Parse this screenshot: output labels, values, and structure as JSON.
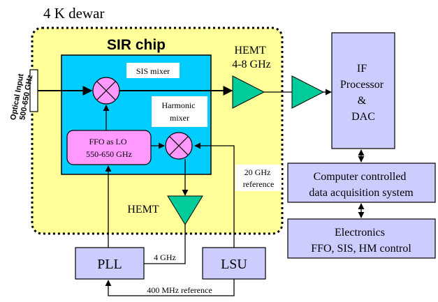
{
  "dewar_label": "4 K dewar",
  "chip_title": "SIR chip",
  "optical_input": {
    "line1": "Optical Input",
    "line2": "500-650 GHz"
  },
  "sis_mixer": "SIS mixer",
  "harmonic_mixer": {
    "line1": "Harmonic",
    "line2": "mixer"
  },
  "ffo": {
    "line1": "FFO as LO",
    "line2": "550-650 GHz"
  },
  "hemt_if": {
    "line1": "HEMT",
    "line2": "4-8 GHz"
  },
  "hemt_low": "HEMT",
  "ref_20ghz": {
    "line1": "20 GHz",
    "line2": "reference"
  },
  "if_processor": {
    "line1": "IF",
    "line2": "Processor",
    "line3": "&",
    "line4": "DAC"
  },
  "daq": {
    "line1": "Computer controlled",
    "line2": "data acquisition system"
  },
  "electronics": {
    "line1": "Electronics",
    "line2": "FFO, SIS, HM control"
  },
  "pll": "PLL",
  "lsu": "LSU",
  "label_4ghz": "4 GHz",
  "ref_400mhz": "400 MHz reference",
  "colors": {
    "dewar_fill": "#ffff99",
    "chip_fill": "#00ccff",
    "mixer_fill": "#ff99ff",
    "ffo_fill": "#ff99ff",
    "amp_fill": "#00cc99",
    "box_fill": "#ccccff"
  }
}
